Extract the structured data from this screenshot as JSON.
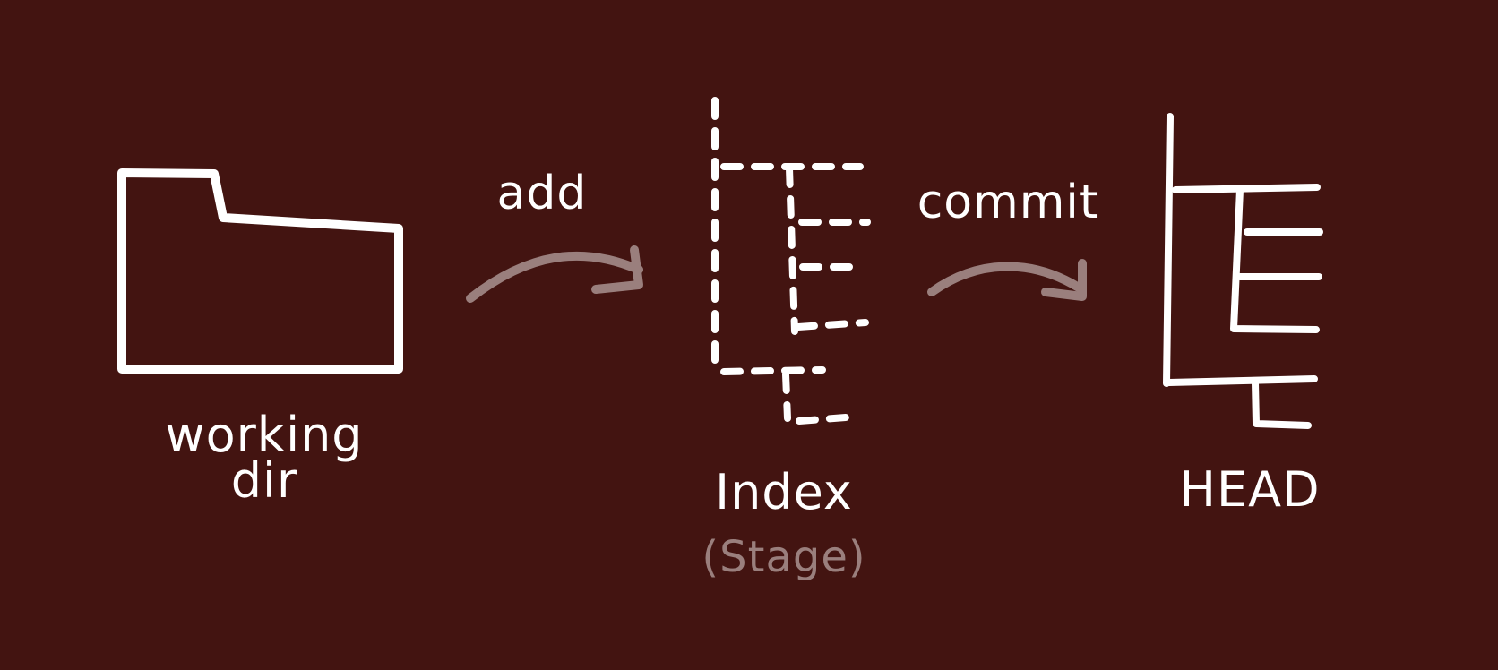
{
  "colors": {
    "background": "#431411",
    "stroke": "#ffffff",
    "arrow": "#9a7f7d"
  },
  "nodes": [
    {
      "id": "working-dir",
      "label_lines": [
        "working",
        "dir"
      ],
      "icon": "folder-icon"
    },
    {
      "id": "index",
      "label": "Index",
      "sublabel": "(Stage)",
      "icon": "dashed-tree-icon"
    },
    {
      "id": "head",
      "label": "HEAD",
      "icon": "solid-tree-icon"
    }
  ],
  "edges": [
    {
      "from": "working-dir",
      "to": "index",
      "label": "add",
      "icon": "curved-arrow-icon"
    },
    {
      "from": "index",
      "to": "head",
      "label": "commit",
      "icon": "curved-arrow-icon"
    }
  ]
}
